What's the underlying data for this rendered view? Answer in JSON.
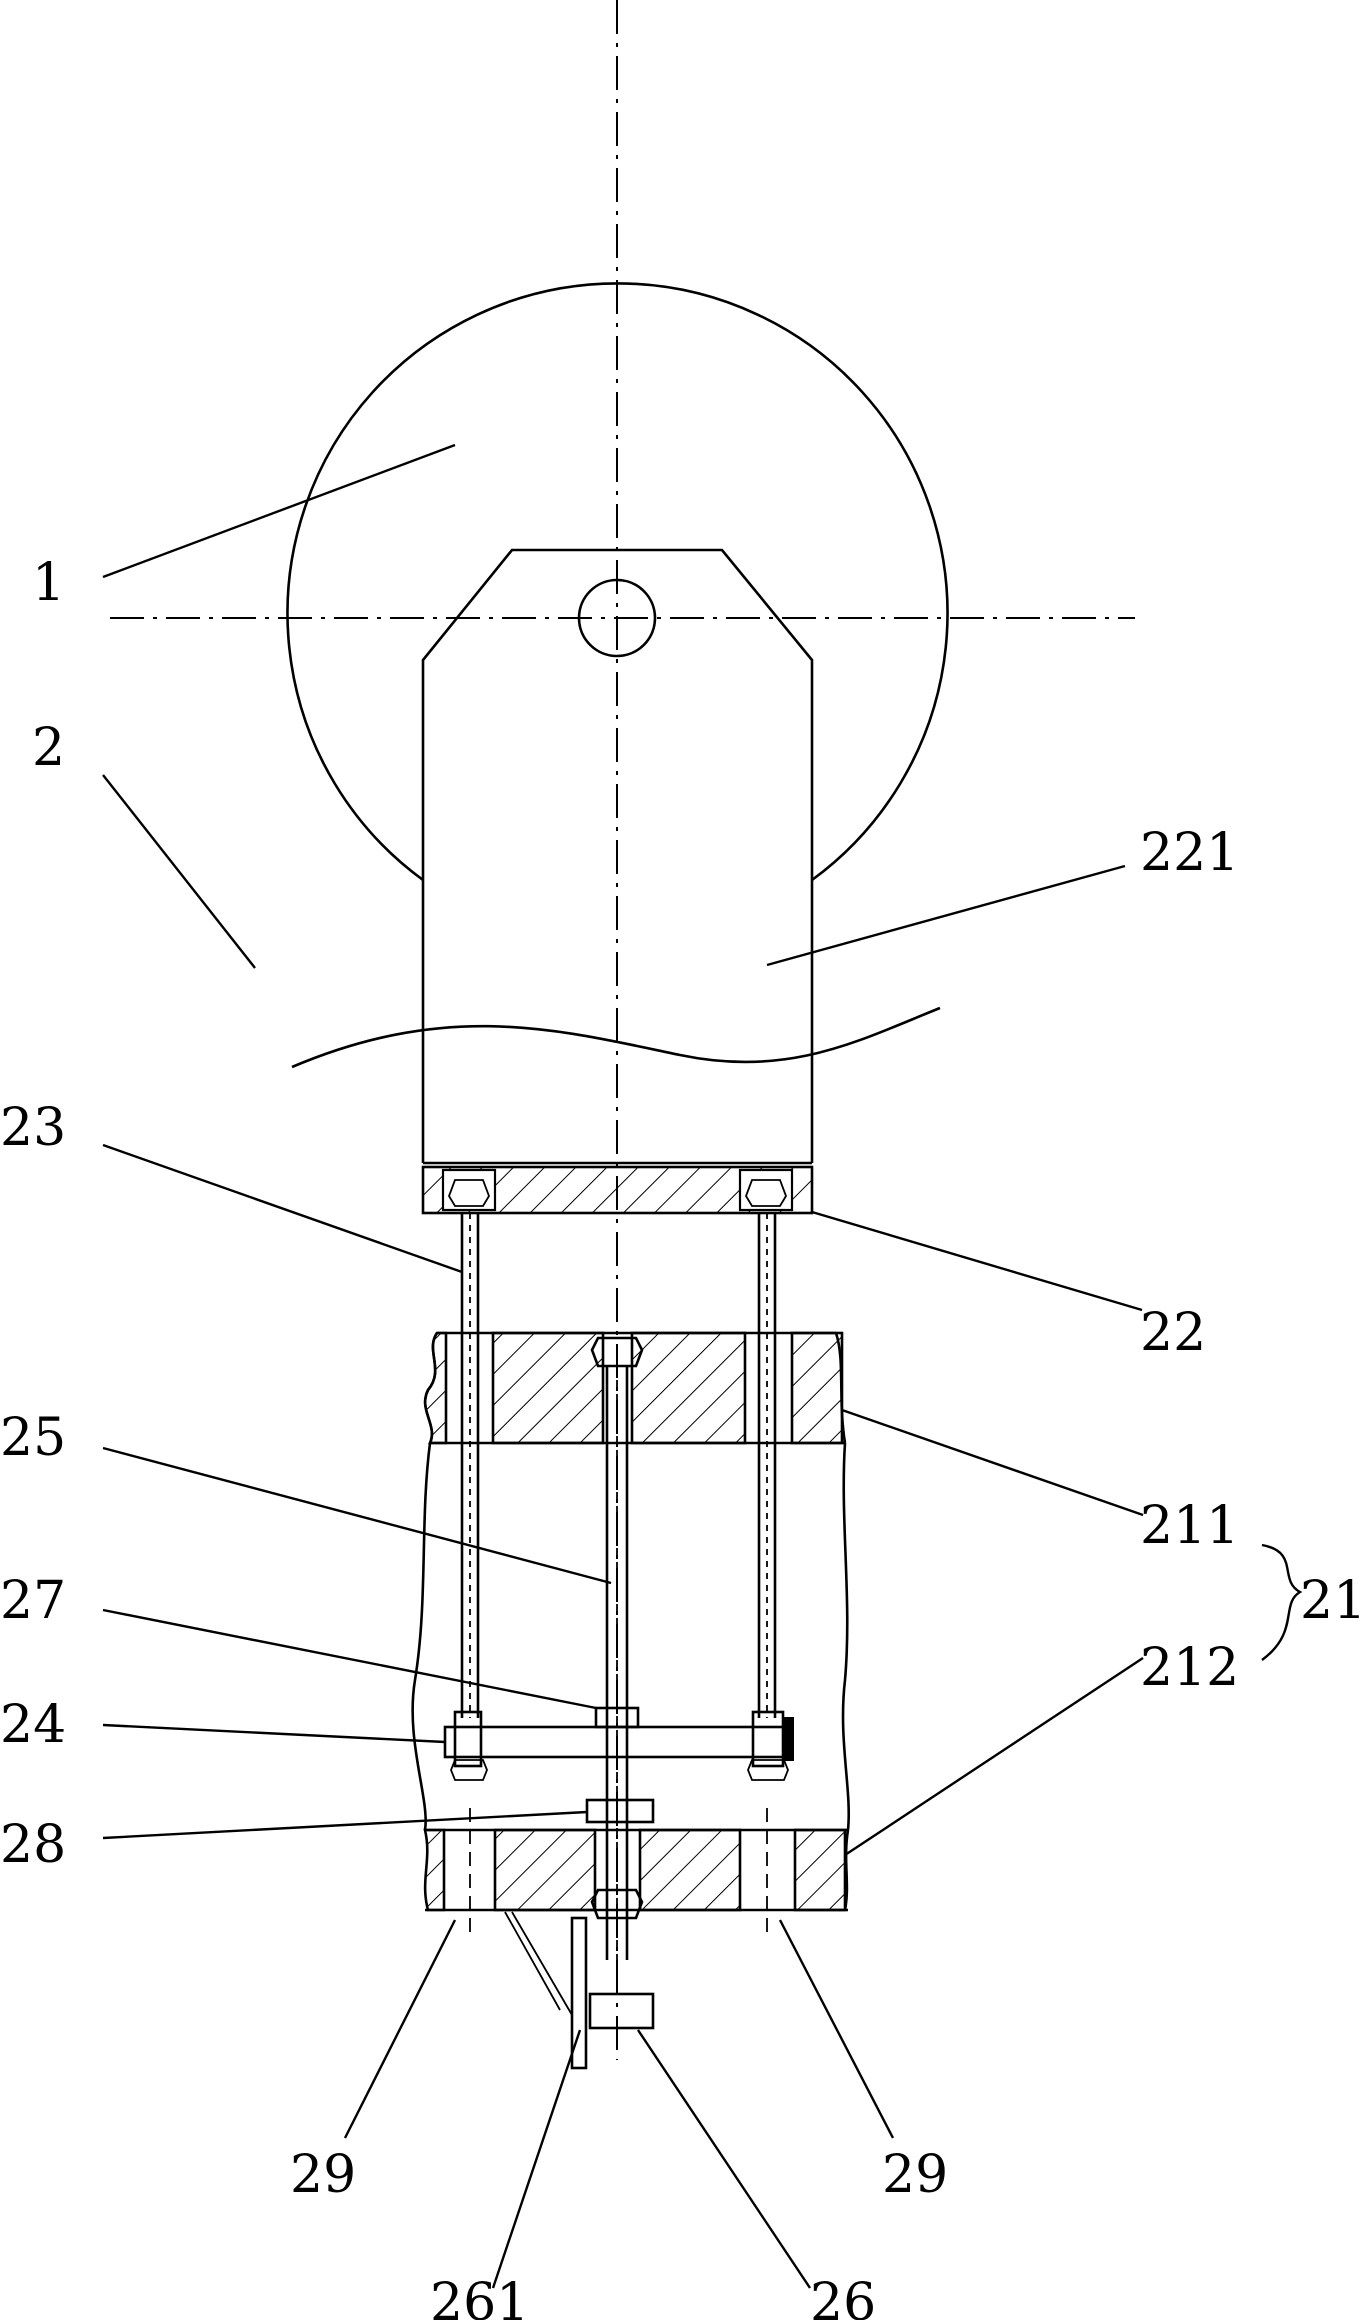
{
  "labels": {
    "l1": "1",
    "l2": "2",
    "l221": "221",
    "l23": "23",
    "l22": "22",
    "l25": "25",
    "l211": "211",
    "l21": "21",
    "l27": "27",
    "l212": "212",
    "l24": "24",
    "l28": "28",
    "l29a": "29",
    "l29b": "29",
    "l261": "261",
    "l26": "26"
  }
}
